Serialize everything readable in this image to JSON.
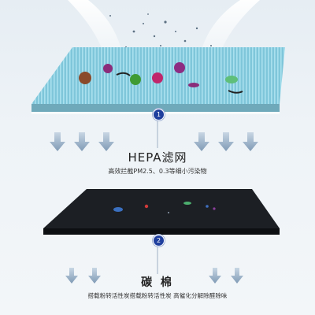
{
  "layer1": {
    "title": "HEPA滤网",
    "subtitle": "高效拦截PM2.5、0.3等细小污染物",
    "marker": "1"
  },
  "layer2": {
    "title": "碳 棉",
    "subtitle": "搭载粉转活性炭搭载粉转活性炭 高催化分解除醛除味",
    "marker": "2"
  },
  "colors": {
    "hepa_top": "#7fc6da",
    "carbon_top": "#1c1f24",
    "arrow": "#8da6bf",
    "marker": "#1f3f9e"
  },
  "icons": [
    "down-arrow-icon",
    "airflow-swoosh-icon",
    "germ-icon",
    "dust-particle-icon"
  ]
}
